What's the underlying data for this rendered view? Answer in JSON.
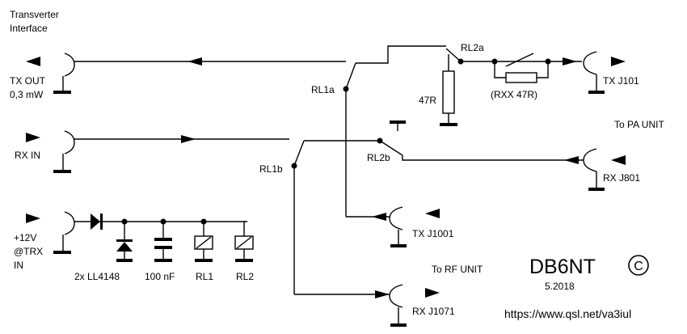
{
  "header": {
    "line1": "Transverter",
    "line2": "Interface"
  },
  "ports": {
    "tx_out": {
      "label": "TX OUT",
      "sublabel": "0,3 mW"
    },
    "rx_in": {
      "label": "RX IN"
    },
    "power": {
      "line1": "+12V",
      "line2": "@TRX",
      "line3": "IN"
    },
    "tx_j101": {
      "label": "TX J101"
    },
    "rx_j801": {
      "label": "RX J801"
    },
    "tx_j1001": {
      "label": "TX J1001"
    },
    "rx_j1071": {
      "label": "RX J1071"
    }
  },
  "relays": {
    "rl1a": "RL1a",
    "rl1b": "RL1b",
    "rl2a": "RL2a",
    "rl2b": "RL2b"
  },
  "components": {
    "r47": "47R",
    "rxx": "(RXX 47R)",
    "diodes": "2x LL4148",
    "cap": "100 nF",
    "rl1_coil": "RL1",
    "rl2_coil": "RL2"
  },
  "destinations": {
    "pa_unit": "To PA UNIT",
    "rf_unit": "To RF UNIT"
  },
  "credit": {
    "callsign": "DB6NT",
    "copyright_symbol": "©",
    "date": "5.2018",
    "url": "https://www.qsl.net/va3iul"
  },
  "colors": {
    "ink": "#000000",
    "background": "#ffffff"
  }
}
